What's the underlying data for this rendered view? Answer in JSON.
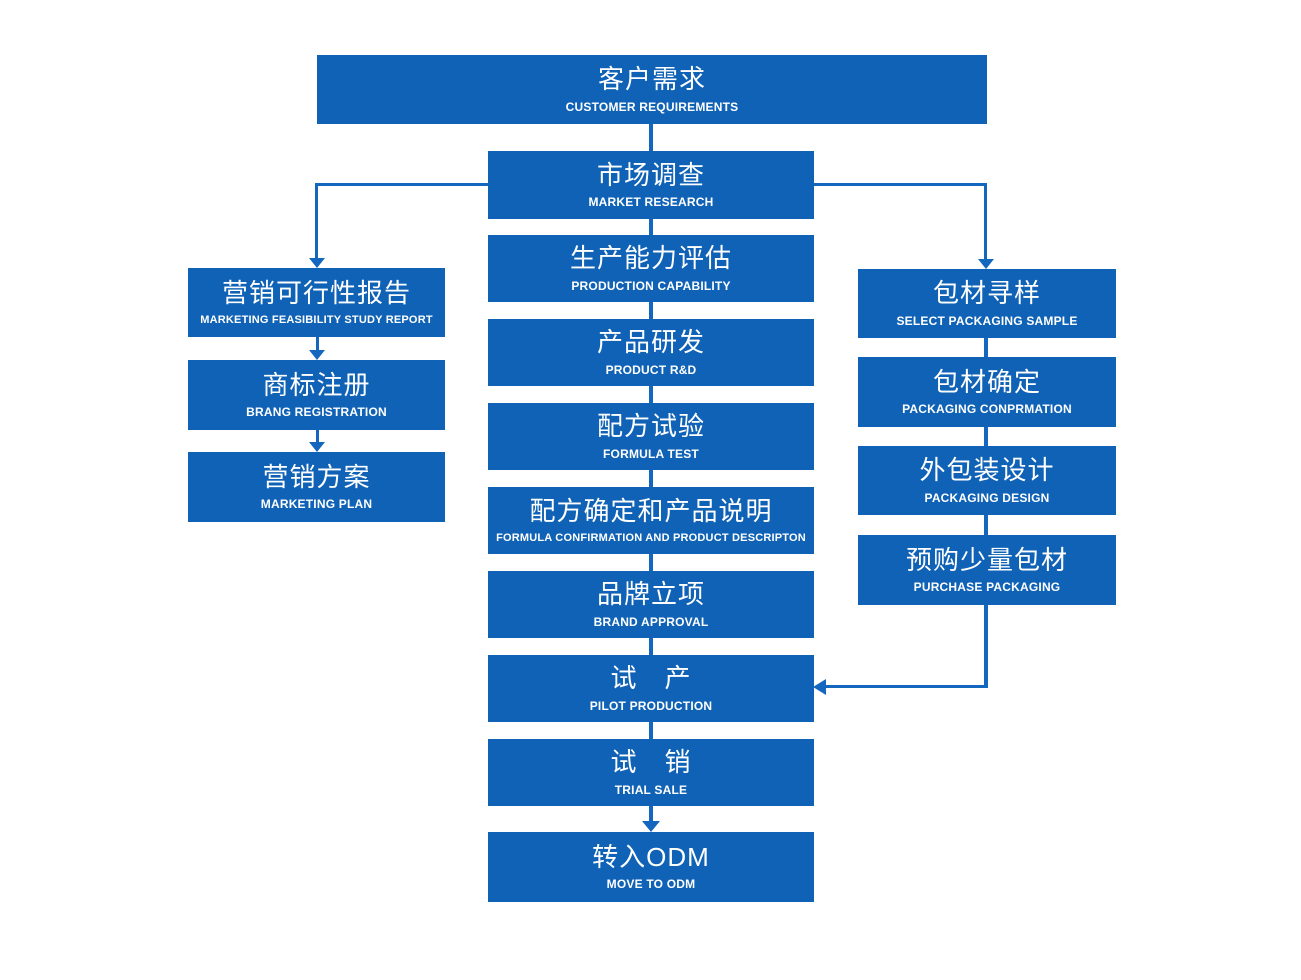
{
  "colors": {
    "background": "#FFFFFF",
    "box_fill": "#0F62B5",
    "connector": "#1467BF",
    "text": "#FFFFFF"
  },
  "flowchart": {
    "nodes": {
      "customer_requirements": {
        "title": "客户需求",
        "subtitle": "CUSTOMER REQUIREMENTS"
      },
      "market_research": {
        "title": "市场调查",
        "subtitle": "MARKET RESEARCH"
      },
      "production_capability": {
        "title": "生产能力评估",
        "subtitle": "PRODUCTION CAPABILITY"
      },
      "product_rd": {
        "title": "产品研发",
        "subtitle": "PRODUCT R&D"
      },
      "formula_test": {
        "title": "配方试验",
        "subtitle": "FORMULA TEST"
      },
      "formula_confirmation": {
        "title": "配方确定和产品说明",
        "subtitle": "FORMULA CONFIRMATION AND PRODUCT DESCRIPTON"
      },
      "brand_approval": {
        "title": "品牌立项",
        "subtitle": "BRAND APPROVAL"
      },
      "pilot_production": {
        "title": "试　产",
        "subtitle": "PILOT PRODUCTION"
      },
      "trial_sale": {
        "title": "试　销",
        "subtitle": "TRIAL SALE"
      },
      "move_to_odm": {
        "title": "转入ODM",
        "subtitle": "MOVE TO ODM"
      },
      "marketing_feasibility_report": {
        "title": "营销可行性报告",
        "subtitle": "MARKETING FEASIBILITY STUDY REPORT"
      },
      "brand_registration": {
        "title": "商标注册",
        "subtitle": "BRANG REGISTRATION"
      },
      "marketing_plan": {
        "title": "营销方案",
        "subtitle": "MARKETING PLAN"
      },
      "select_packaging_sample": {
        "title": "包材寻样",
        "subtitle": "SELECT PACKAGING SAMPLE"
      },
      "packaging_confirmation": {
        "title": "包材确定",
        "subtitle": "PACKAGING CONPRMATION"
      },
      "packaging_design": {
        "title": "外包装设计",
        "subtitle": "PACKAGING DESIGN"
      },
      "purchase_packaging": {
        "title": "预购少量包材",
        "subtitle": "PURCHASE PACKAGING"
      }
    }
  }
}
